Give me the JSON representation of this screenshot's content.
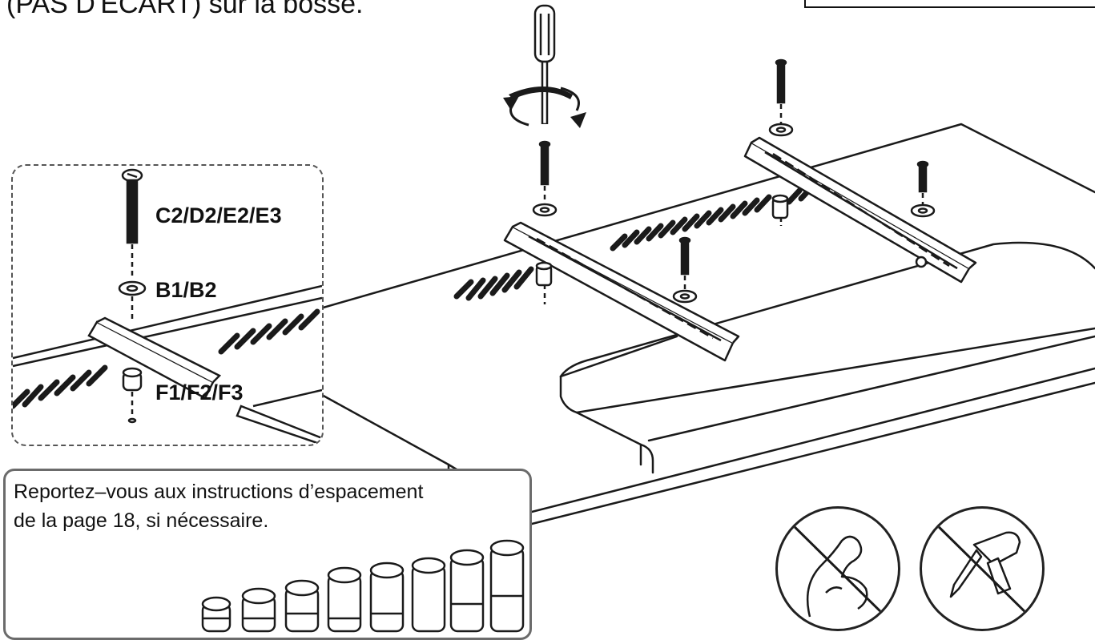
{
  "header": {
    "instruction_tail": "(PAS D'ÉCART) sur la bosse."
  },
  "inset": {
    "screw_label": "C2/D2/E2/E3",
    "washer_label": "B1/B2",
    "spacer_label": "F1/F2/F3"
  },
  "note": {
    "line1": "Reportez–vous aux instructions d’espacement",
    "line2": "de la page 18, si nécessaire."
  },
  "icons": {
    "screwdriver": "screwdriver-icon",
    "rotation": "rotate-arrows-icon",
    "no_force": "no-excessive-force-icon",
    "no_power_drill": "no-power-drill-icon"
  },
  "colors": {
    "line": "#1a1a1a",
    "dashed_border": "#555555",
    "note_border": "#6b6b6b"
  }
}
